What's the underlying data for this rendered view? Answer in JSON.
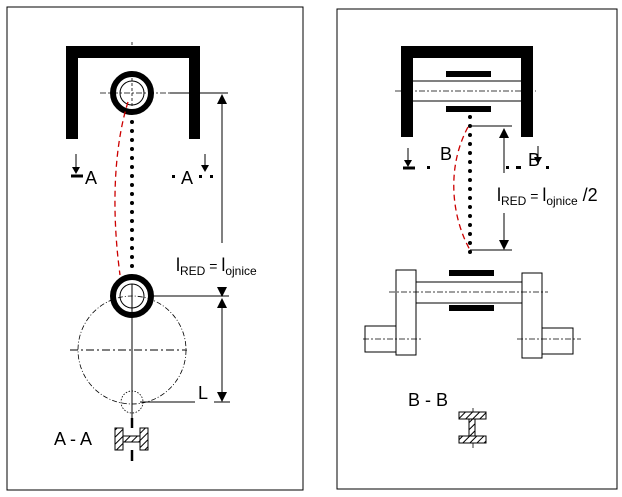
{
  "left_panel": {
    "section_marker_left": "A",
    "section_marker_right": "A",
    "formula": {
      "main": "l",
      "sub1": "RED",
      "eq": " = ",
      "main2": "l",
      "sub2": "ojnice",
      "suffix": ""
    },
    "dimension_label": "L",
    "section_title": "A - A"
  },
  "right_panel": {
    "section_marker_left": "B",
    "section_marker_right": "B",
    "formula": {
      "main": "l",
      "sub1": "RED",
      "eq": " = ",
      "main2": "l",
      "sub2": "ojnice",
      "suffix": " /2"
    },
    "section_title": "B - B"
  },
  "colors": {
    "line": "#000000",
    "deflection_curve": "#cc0000"
  }
}
